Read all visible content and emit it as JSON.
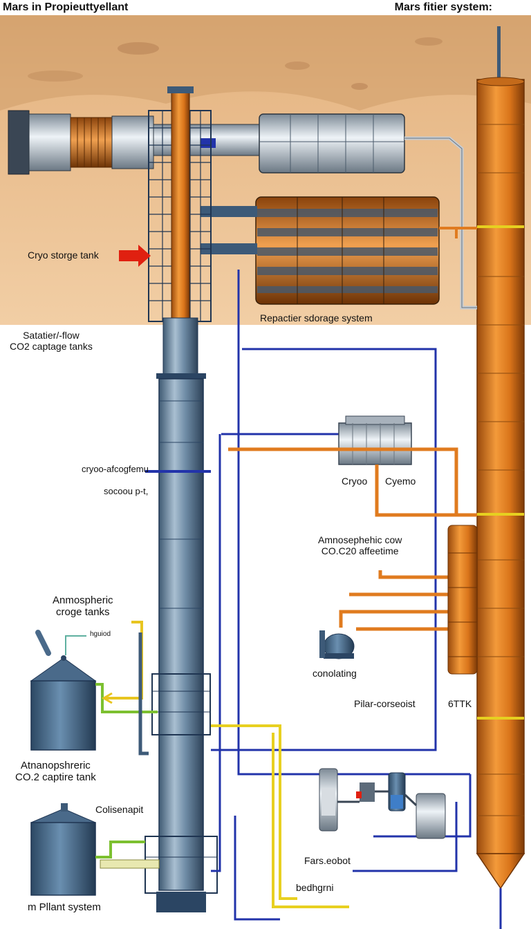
{
  "header": {
    "title_left": "Mars in Propieuttyellant",
    "title_right": "Mars fitier system:"
  },
  "labels": {
    "cryo_storage_tank": "Cryo storge tank",
    "repactier_storage": "Repactier sdorage system",
    "saturated_flow_1": "Satatier/-flow",
    "saturated_flow_2": "CO2 captage tanks",
    "cryo_afcog": "cryoo-afcogfemu",
    "socoou": "socoou p-t,",
    "cryoo": "Cryoo",
    "cyemo": "Cyemo",
    "atmospheric_cow_1": "Amnosephehic cow",
    "atmospheric_cow_2": "CO.C20 affeetime",
    "atmospheric_storage_1": "Anmospheric",
    "atmospheric_storage_2": "croge tanks",
    "hguiod": "hguiod",
    "conolating": "conolating",
    "pilar_corseoist": "Pilar-corseoist",
    "ttk": "6TTK",
    "atmospheric_capture_1": "Atnanopshreric",
    "atmospheric_capture_2": "CO.2 captire tank",
    "colisenapit": "Colisenapit",
    "fars_eobot": "Fars.eobot",
    "bedhgrni": "bedhgrni",
    "plant_system": "m Pllant system"
  },
  "colors": {
    "mars_surface": "#e3b17e",
    "mars_surface_dark": "#c98a55",
    "copper_pipe": "#e07b1f",
    "steel_tank": "#5d7d99",
    "blue_line": "#2233aa",
    "yellow_line": "#e8d020",
    "arrow_red": "#e02010"
  }
}
